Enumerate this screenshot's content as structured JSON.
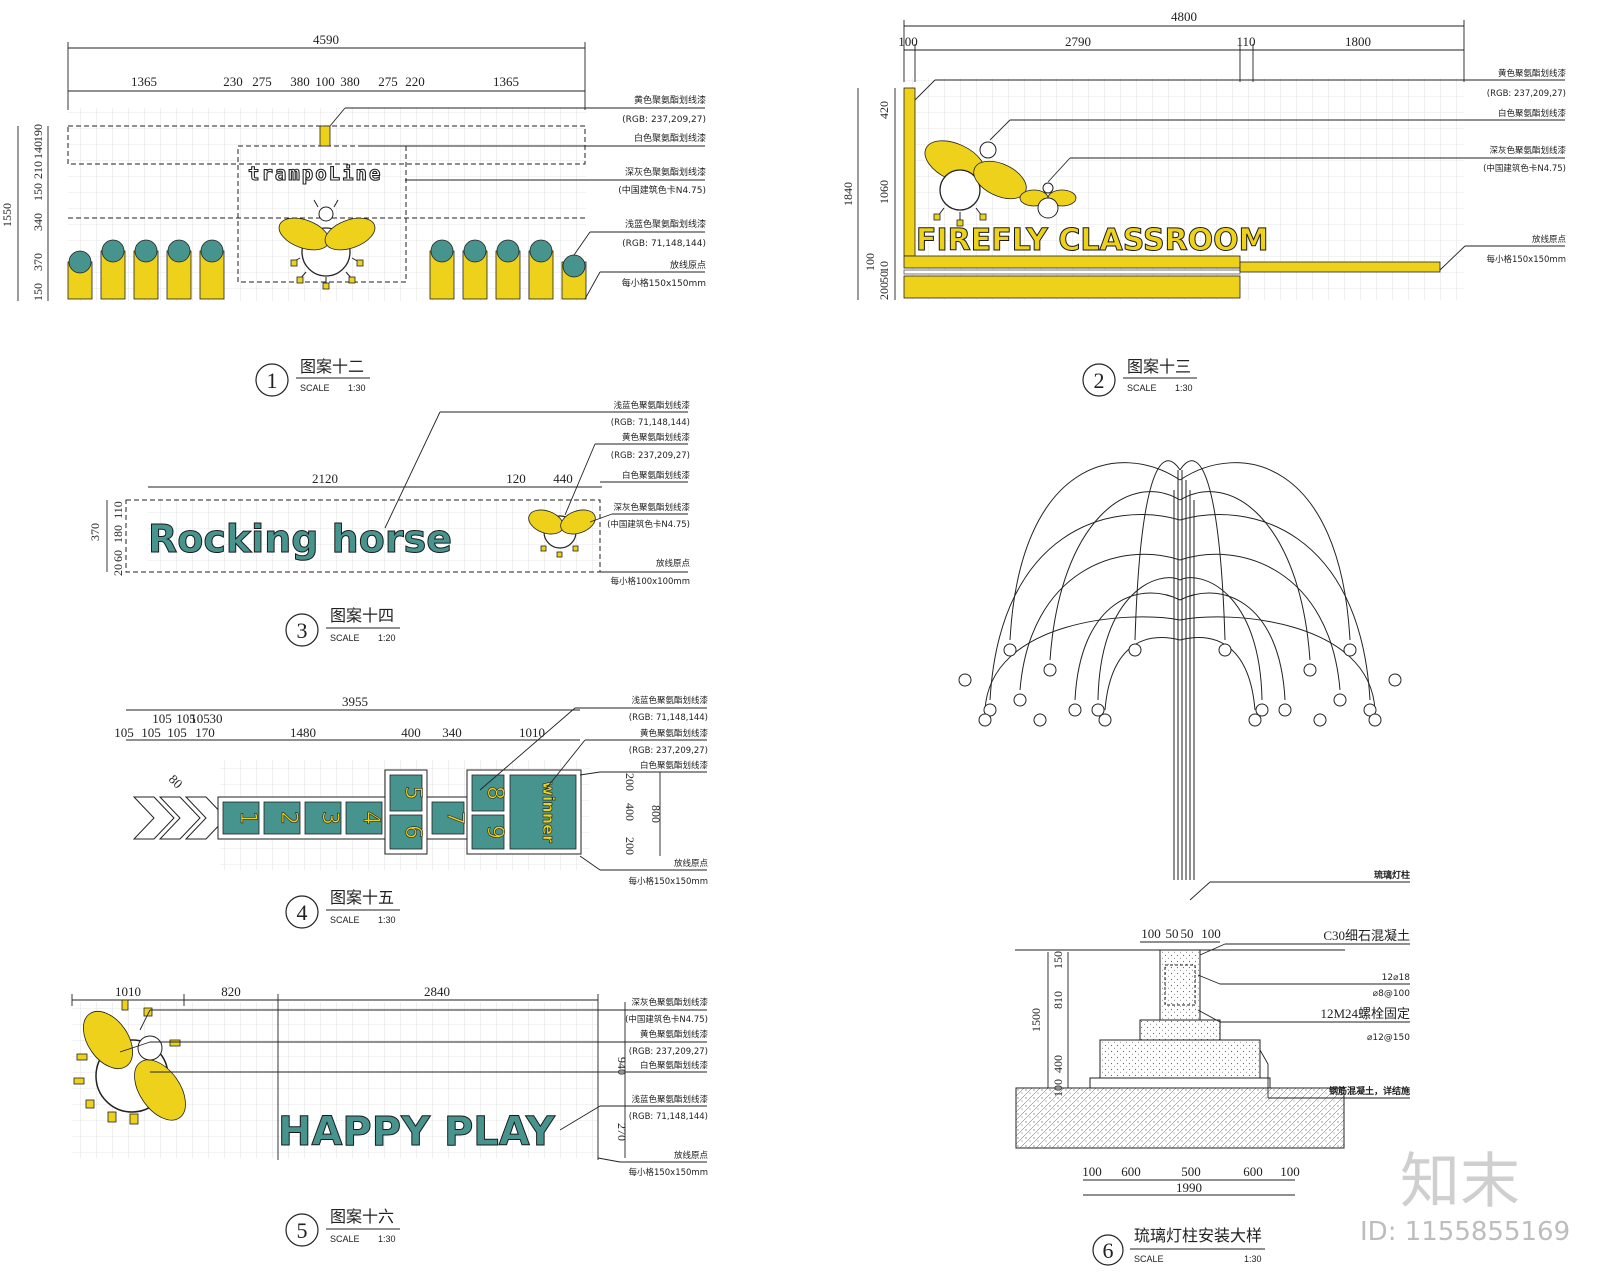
{
  "colors": {
    "yellow": "#edd11b",
    "teal": "#47948f",
    "line": "#222222"
  },
  "notes": {
    "yellow": "黄色聚氨酯划线漆",
    "yellow_rgb": "(RGB: 237,209,27)",
    "white": "白色聚氨酯划线漆",
    "gray": "深灰色聚氨酯划线漆",
    "gray_std": "(中国建筑色卡N4.75)",
    "teal": "浅蓝色聚氨酯划线漆",
    "teal_rgb": "(RGB: 71,148,144)",
    "origin": "放线原点",
    "grid150": "每小格150x150mm",
    "grid100": "每小格100x100mm"
  },
  "panel1": {
    "title": "图案十二",
    "number": "1",
    "scale_label": "SCALE",
    "scale": "1:30",
    "word": "trampoLine",
    "dims_top": [
      "4590"
    ],
    "dims_row": [
      "1365",
      "230",
      "275",
      "380",
      "100",
      "380",
      "275",
      "220",
      "1365"
    ],
    "dims_left": [
      "1550"
    ],
    "dims_left_row": [
      "190",
      "140",
      "210",
      "150",
      "340",
      "370",
      "150"
    ]
  },
  "panel2": {
    "title": "图案十三",
    "number": "2",
    "scale_label": "SCALE",
    "scale": "1:30",
    "word": "FIREFLY CLASSROOM",
    "dims_top": [
      "4800"
    ],
    "dims_row": [
      "100",
      "2790",
      "110",
      "1800"
    ],
    "dims_left": [
      "1840"
    ],
    "dims_left_row": [
      "420",
      "1060",
      "100",
      "10",
      "50",
      "200"
    ]
  },
  "panel3": {
    "title": "图案十四",
    "number": "3",
    "scale_label": "SCALE",
    "scale": "1:20",
    "word": "Rocking horse",
    "dims_row": [
      "2120",
      "120",
      "440"
    ],
    "dims_left": [
      "370"
    ],
    "dims_left_row": [
      "110",
      "180",
      "60",
      "20"
    ]
  },
  "panel4": {
    "title": "图案十五",
    "number": "4",
    "scale_label": "SCALE",
    "scale": "1:30",
    "dims_top": [
      "3955"
    ],
    "dims_row1": [
      "105",
      "105",
      "105",
      "30"
    ],
    "dims_row2": [
      "105",
      "105",
      "105",
      "170",
      "1480",
      "400",
      "340",
      "1010"
    ],
    "dim_angle": "80",
    "dims_right": [
      "200",
      "400",
      "200",
      "800"
    ],
    "cells": [
      "1",
      "2",
      "3",
      "4",
      "5",
      "6",
      "7",
      "8",
      "9"
    ],
    "winner": "winner"
  },
  "panel5": {
    "title": "图案十六",
    "number": "5",
    "scale_label": "SCALE",
    "scale": "1:30",
    "word": "HAPPY PLAY",
    "dims_row": [
      "1010",
      "820",
      "2840"
    ],
    "dims_right": [
      "940",
      "270"
    ]
  },
  "panel6": {
    "title": "琉璃灯柱安装大样",
    "number": "6",
    "scale_label": "SCALE",
    "scale": "1:30",
    "labels": {
      "post": "琉璃灯柱",
      "concrete": "C30细石混凝土",
      "rebar1": "12⌀18",
      "rebar2": "⌀8@100",
      "bolt": "12M24螺栓固定",
      "rebar3": "⌀12@150",
      "base": "钢筋混凝土，详结施"
    },
    "dims_top": [
      "100",
      "50",
      "50",
      "100"
    ],
    "dims_left": [
      "1500"
    ],
    "dims_left_row": [
      "150",
      "810",
      "400",
      "100"
    ],
    "dims_bottom": [
      "100",
      "600",
      "500",
      "600",
      "100"
    ],
    "dims_bottom_total": "1990"
  },
  "brand": {
    "logo": "知末",
    "id": "ID: 1155855169"
  }
}
